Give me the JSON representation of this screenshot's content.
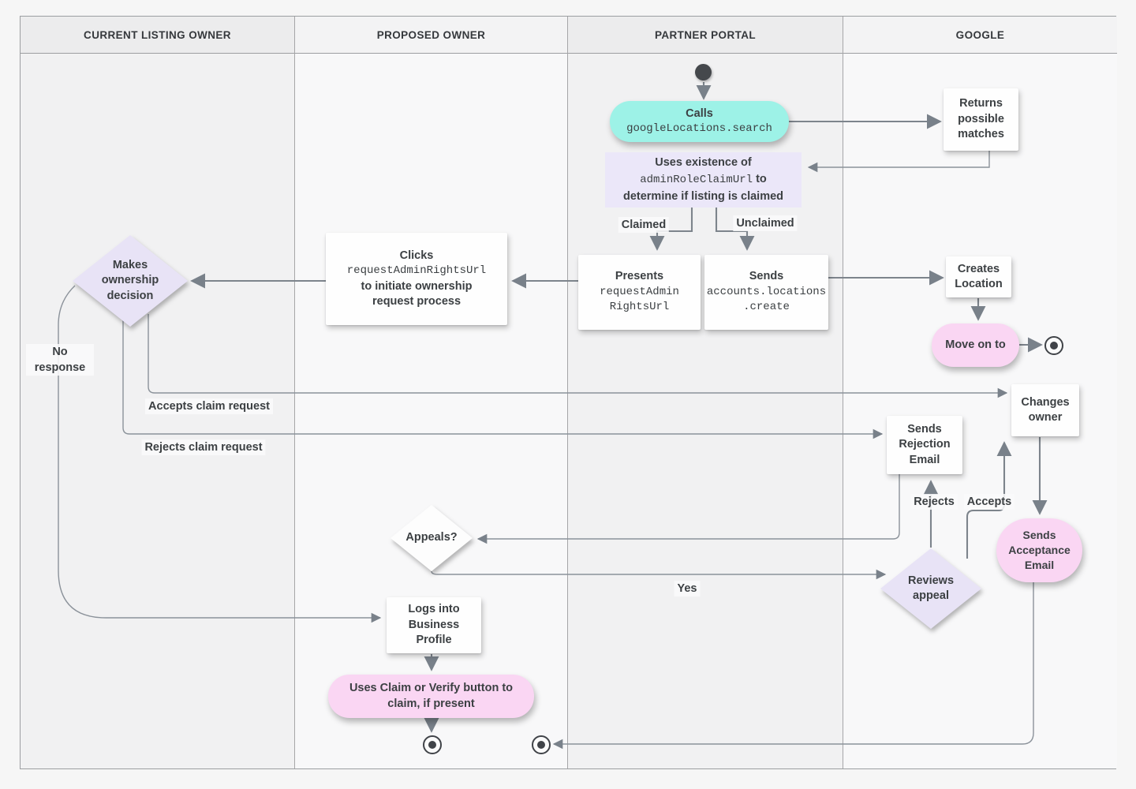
{
  "lanes": [
    {
      "label": "CURRENT LISTING OWNER"
    },
    {
      "label": "PROPOSED OWNER"
    },
    {
      "label": "PARTNER PORTAL"
    },
    {
      "label": "GOOGLE"
    }
  ],
  "nodes": {
    "calls": {
      "title": "Calls",
      "code": "googleLocations.search"
    },
    "returns": {
      "label": "Returns possible matches"
    },
    "uses": {
      "line1": "Uses existence of",
      "code": "adminRoleClaimUrl",
      "line2_rest": "to",
      "line3": "determine if listing is claimed"
    },
    "presents": {
      "title": "Presents",
      "code1": "requestAdmin",
      "code2": "RightsUrl"
    },
    "sends_create": {
      "title": "Sends",
      "code1": "accounts.locations",
      "code2": ".create"
    },
    "creates": {
      "label": "Creates Location"
    },
    "move_on": {
      "label": "Move on to"
    },
    "clicks": {
      "title": "Clicks",
      "code": "requestAdminRightsUrl",
      "rest": "to initiate ownership request process"
    },
    "makes_decision": {
      "label": "Makes ownership decision"
    },
    "changes_owner": {
      "label": "Changes owner"
    },
    "sends_rejection": {
      "label": "Sends Rejection Email"
    },
    "appeals": {
      "label": "Appeals?"
    },
    "reviews_appeal": {
      "label": "Reviews appeal"
    },
    "sends_acceptance": {
      "label": "Sends Acceptance Email"
    },
    "logs_in": {
      "label": "Logs into Business Profile"
    },
    "claim_verify": {
      "label": "Uses Claim or Verify button to claim, if present"
    }
  },
  "edge_labels": {
    "claimed": "Claimed",
    "unclaimed": "Unclaimed",
    "no_response": "No response",
    "accepts_claim": "Accepts claim request",
    "rejects_claim": "Rejects claim request",
    "rejects": "Rejects",
    "accepts": "Accepts",
    "yes": "Yes"
  },
  "colors": {
    "teal": "#9df2e7",
    "lavender_box": "#ebe7f9",
    "lavender_diamond": "#e8e3f6",
    "pink": "#fad6f3",
    "line": "#8b929a",
    "arrow": "#79818a",
    "text": "#3c4043"
  }
}
